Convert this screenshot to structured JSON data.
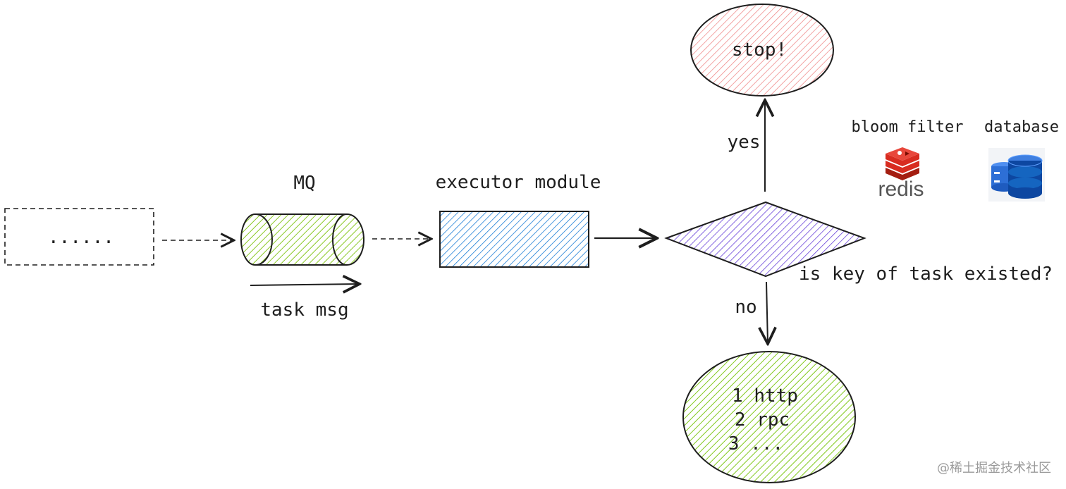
{
  "diagram": {
    "source_box_label": "......",
    "mq_label": "MQ",
    "task_msg_label": "task msg",
    "executor_label": "executor module",
    "decision_label": "is key of task existed?",
    "yes_label": "yes",
    "no_label": "no",
    "stop_label": "stop!",
    "result_lines": [
      "1 http",
      "2 rpc",
      "3 ..."
    ],
    "bloom_filter_label": "bloom filter",
    "database_label": "database",
    "redis_text": "redis",
    "watermark": "@稀土掘金技术社区"
  },
  "colors": {
    "green_fill": "#8ac926",
    "blue_fill": "#1c7ed6",
    "purple_fill": "#6741d9",
    "red_fill": "#e03131",
    "green_node": "#66a80f",
    "redis_red": "#d82c20",
    "db_blue": "#1565c0",
    "stroke": "#1e1e1e"
  },
  "icons": [
    "redis-icon",
    "database-icon"
  ]
}
